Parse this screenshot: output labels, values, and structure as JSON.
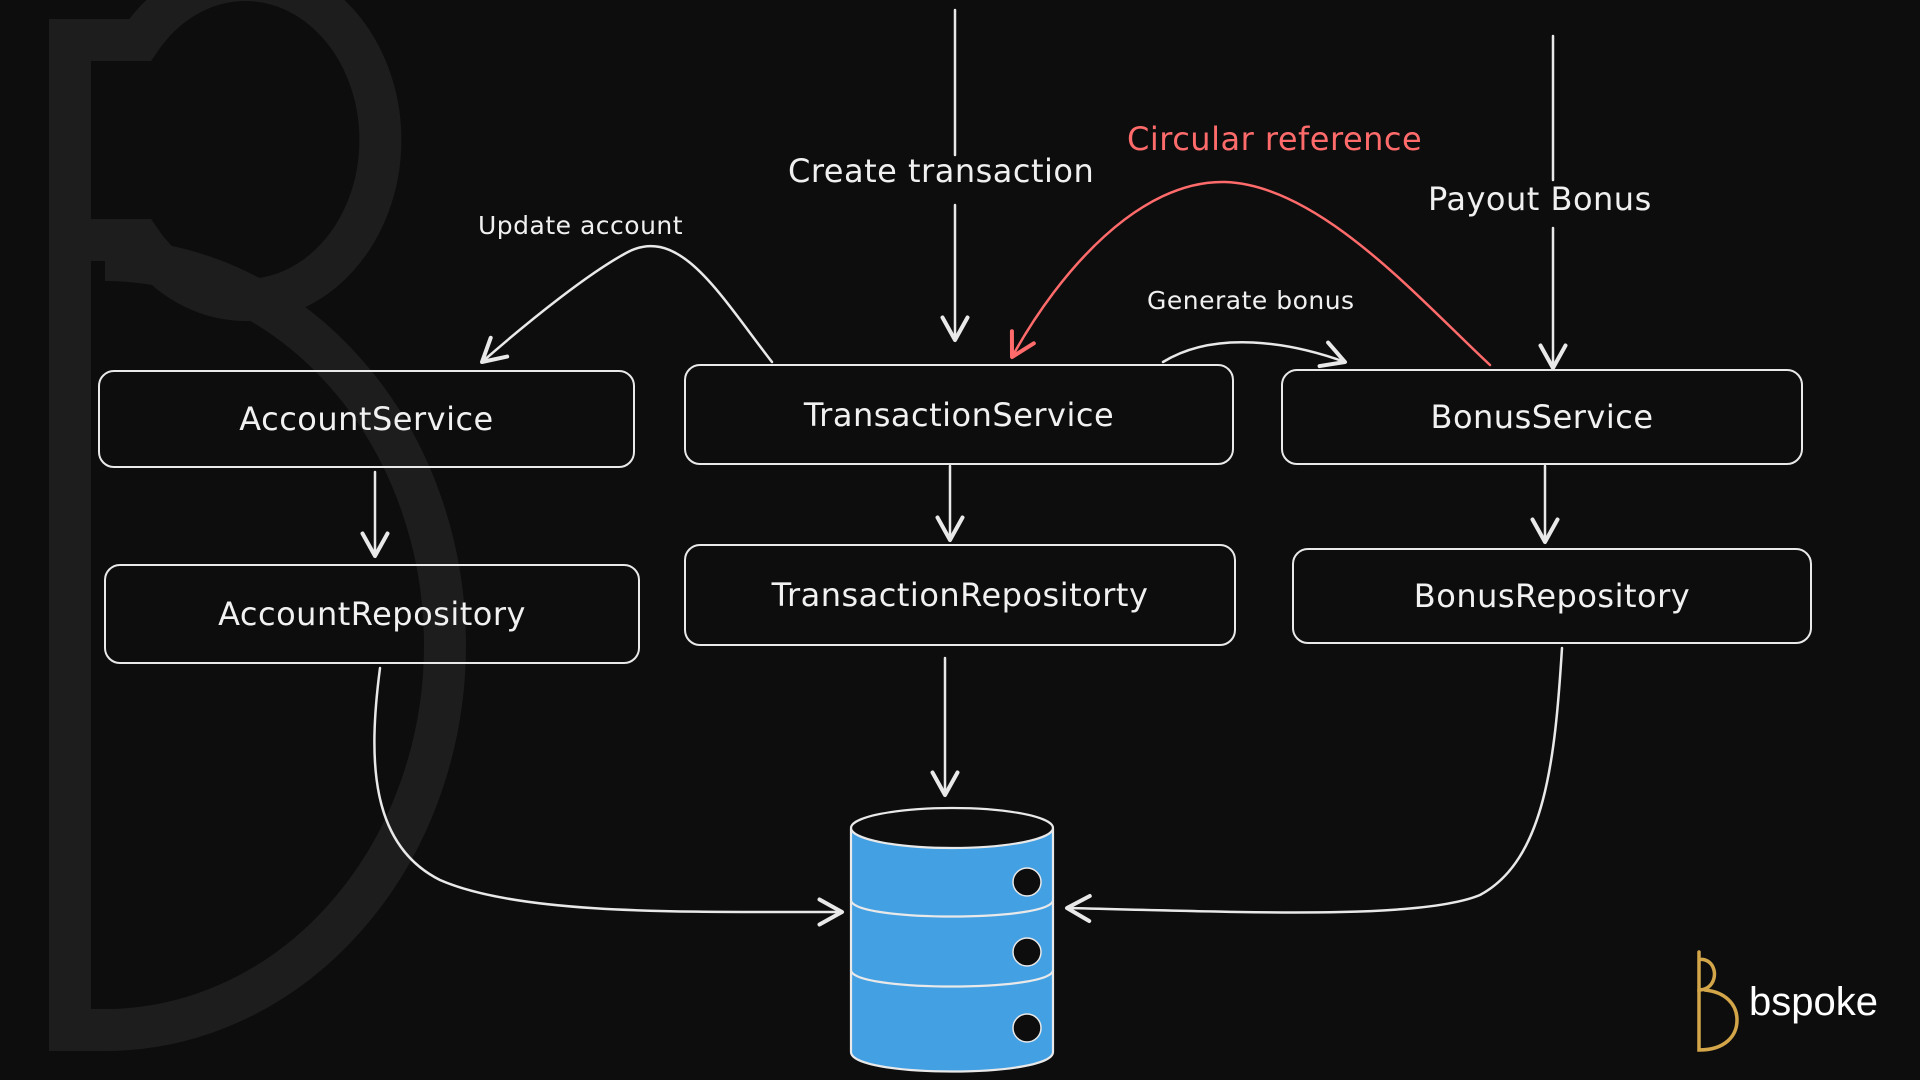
{
  "colors": {
    "background": "#0d0d0e",
    "line": "#e9e9e9",
    "accent_red": "#ff6b6b",
    "database_blue": "#43a0e3",
    "brand_gold": "#d3a64a"
  },
  "boxes": {
    "account_service": "AccountService",
    "transaction_service": "TransactionService",
    "bonus_service": "BonusService",
    "account_repository": "AccountRepository",
    "transaction_repository": "TransactionRepositorty",
    "bonus_repository": "BonusRepository"
  },
  "labels": {
    "create_transaction": "Create transaction",
    "circular_reference": "Circular reference",
    "payout_bonus": "Payout Bonus",
    "update_account": "Update account",
    "generate_bonus": "Generate bonus"
  },
  "brand": {
    "name": "bspoke",
    "icon": "bspoke-logo-icon"
  },
  "icons": {
    "database": "database-icon",
    "watermark": "bspoke-watermark-icon"
  }
}
